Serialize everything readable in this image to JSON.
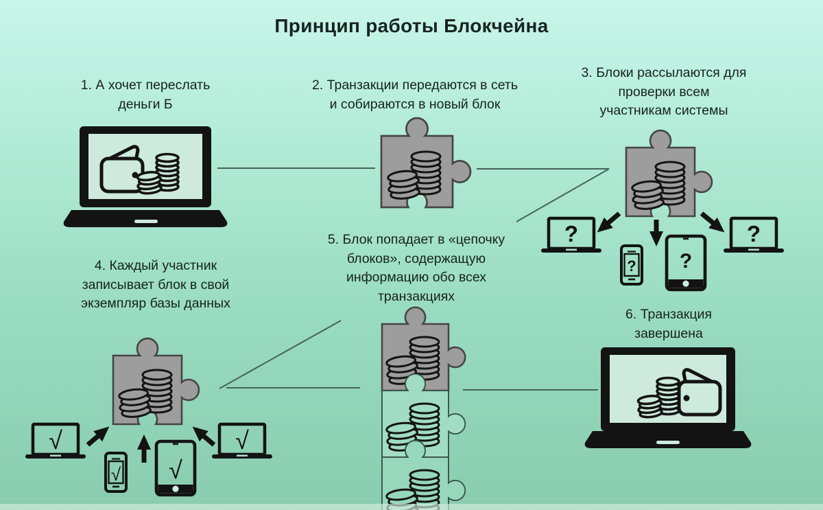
{
  "title": "Принцип работы Блокчейна",
  "steps": [
    {
      "id": 1,
      "text": "1. А хочет переслать\nденьги Б"
    },
    {
      "id": 2,
      "text": "2. Транзакции передаются в сеть\nи собираются в новый блок"
    },
    {
      "id": 3,
      "text": "3. Блоки рассылаются для\nпроверки всем\nучастникам системы"
    },
    {
      "id": 4,
      "text": "4. Каждый участник\nзаписывает блок в свой\nэкземпляр базы данных"
    },
    {
      "id": 5,
      "text": "5. Блок попадает в «цепочку\nблоков», содержащую\nинформацию обо всех\nтранзакциях"
    },
    {
      "id": 6,
      "text": "6. Транзакция\nзавершена"
    }
  ],
  "glyphs": {
    "question": "?",
    "check": "√"
  },
  "icons": {
    "laptop_sender": "laptop-wallet-icon",
    "laptop_receiver": "laptop-wallet-icon",
    "block": "puzzle-block-with-coins-icon",
    "blockchain": "stacked-puzzle-blocks-icon",
    "verify_devices": [
      "laptop-icon",
      "phone-icon",
      "tablet-icon",
      "laptop-icon"
    ]
  },
  "colors": {
    "background_top": "#c9f6e9",
    "background_bottom": "#8accaf",
    "block_fill": "#9d9d9d",
    "block_stroke": "#454545",
    "ink": "#131313",
    "connector": "#44635a",
    "screen_fill": "#cdeadd",
    "text": "#16221d"
  }
}
